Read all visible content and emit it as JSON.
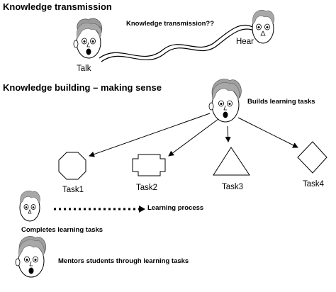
{
  "sections": {
    "transmission": {
      "heading": "Knowledge transmission",
      "question": "Knowledge transmission??",
      "talk_label": "Talk",
      "hear_label": "Hear"
    },
    "building": {
      "heading": "Knowledge building – making sense",
      "builds_label": "Builds learning tasks",
      "tasks": [
        "Task1",
        "Task2",
        "Task3",
        "Task4"
      ],
      "completes_label": "Completes learning tasks",
      "process_label": "Learning process",
      "mentors_label": "Mentors students through learning tasks"
    }
  },
  "icons": [
    "face-icon",
    "octagon-shape",
    "cross-shape",
    "triangle-shape",
    "diamond-shape",
    "arrow"
  ]
}
